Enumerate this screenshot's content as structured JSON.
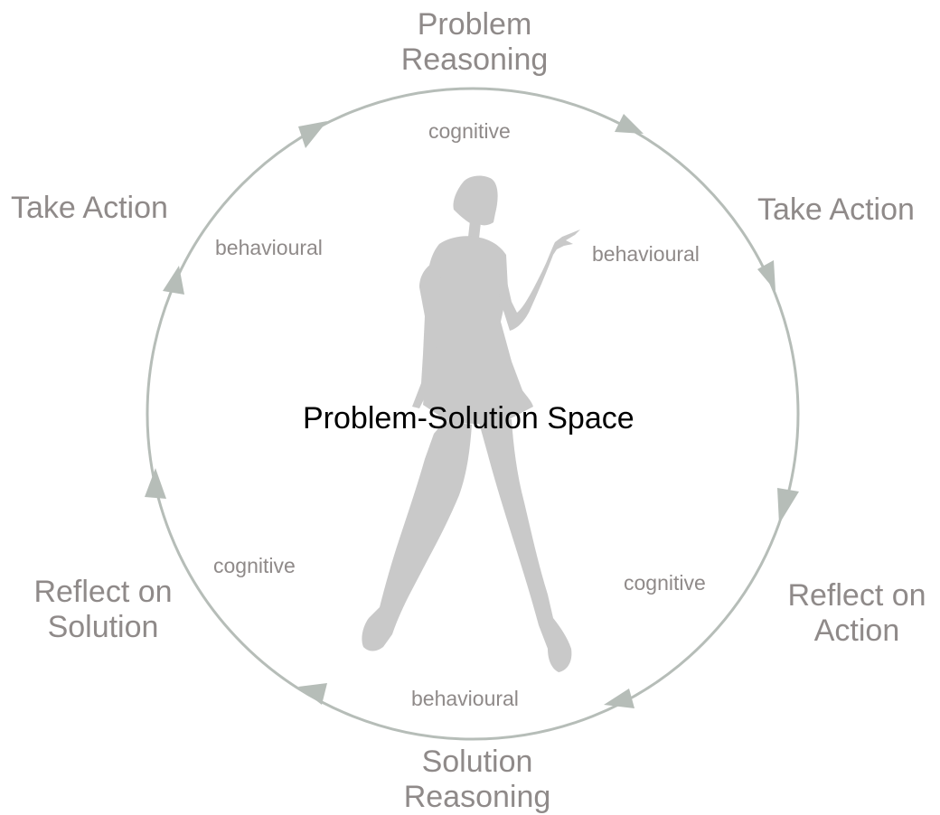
{
  "diagram": {
    "center_label": "Problem-Solution Space",
    "stages": {
      "top": {
        "line1": "Problem",
        "line2": "Reasoning"
      },
      "right_upper": {
        "line1": "Take Action"
      },
      "right_lower": {
        "line1": "Reflect on",
        "line2": "Action"
      },
      "bottom": {
        "line1": "Solution",
        "line2": "Reasoning"
      },
      "left_lower": {
        "line1": "Reflect on",
        "line2": "Solution"
      },
      "left_upper": {
        "line1": "Take Action"
      }
    },
    "modes": {
      "top": "cognitive",
      "right_upper": "behavioural",
      "right_lower": "cognitive",
      "bottom": "behavioural",
      "left_lower": "cognitive",
      "left_upper": "behavioural"
    },
    "colors": {
      "cycle": "#b6bdb8",
      "label": "#8f8a89",
      "silhouette": "#c9c9c9",
      "center_text": "#000000"
    }
  }
}
